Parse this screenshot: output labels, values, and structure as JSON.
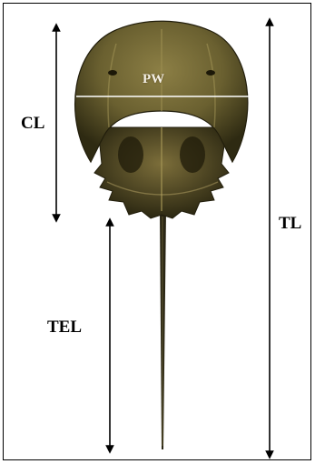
{
  "labels": {
    "carapace_length": "CL",
    "prosomal_width": "PW",
    "telson_length": "TEL",
    "total_length": "TL"
  },
  "colors": {
    "shell_dark": "#3f3a1c",
    "shell_mid": "#6a6030",
    "shell_light": "#8c7f45",
    "arrow": "#000000",
    "pw_line": "#ffffff"
  }
}
